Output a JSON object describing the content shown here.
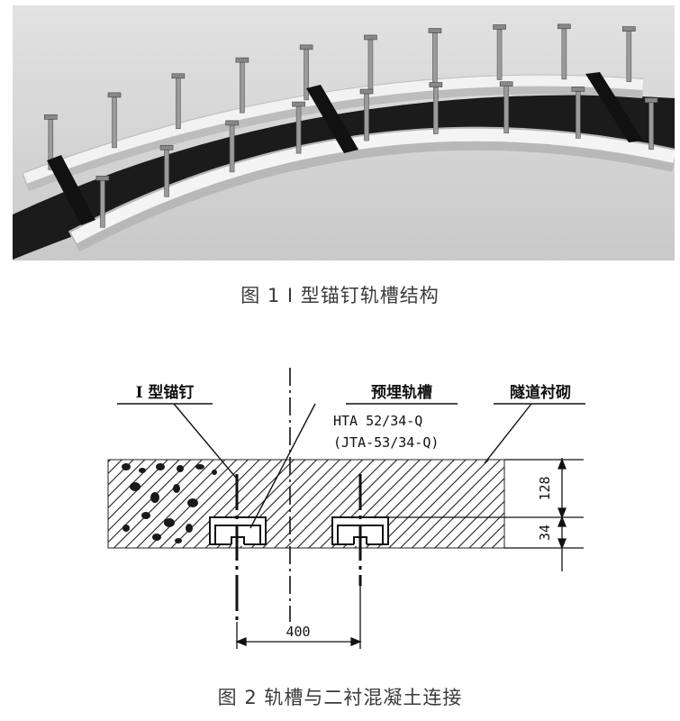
{
  "figure1": {
    "caption": "图 1   I 型锚钉轨槽结构",
    "icons": [
      "anchor-post-icon",
      "rail-channel-icon",
      "tie-strap-icon"
    ]
  },
  "figure2": {
    "caption": "图 2   轨槽与二衬混凝土连接",
    "labels": {
      "anchor": "I 型锚钉",
      "channel": "预埋轨槽",
      "model1": "HTA 52/34-Q",
      "model2": "(JTA-53/34-Q)",
      "lining": "隧道衬砌"
    },
    "dimensions": {
      "depth": "128",
      "channel": "34",
      "spacing": "400"
    }
  },
  "colors": {
    "background_3d": "#d4d4d4",
    "rail": "#ececec",
    "strap": "#1b1b1b",
    "hatch": "#222222",
    "caption": "#3a3a3a"
  }
}
